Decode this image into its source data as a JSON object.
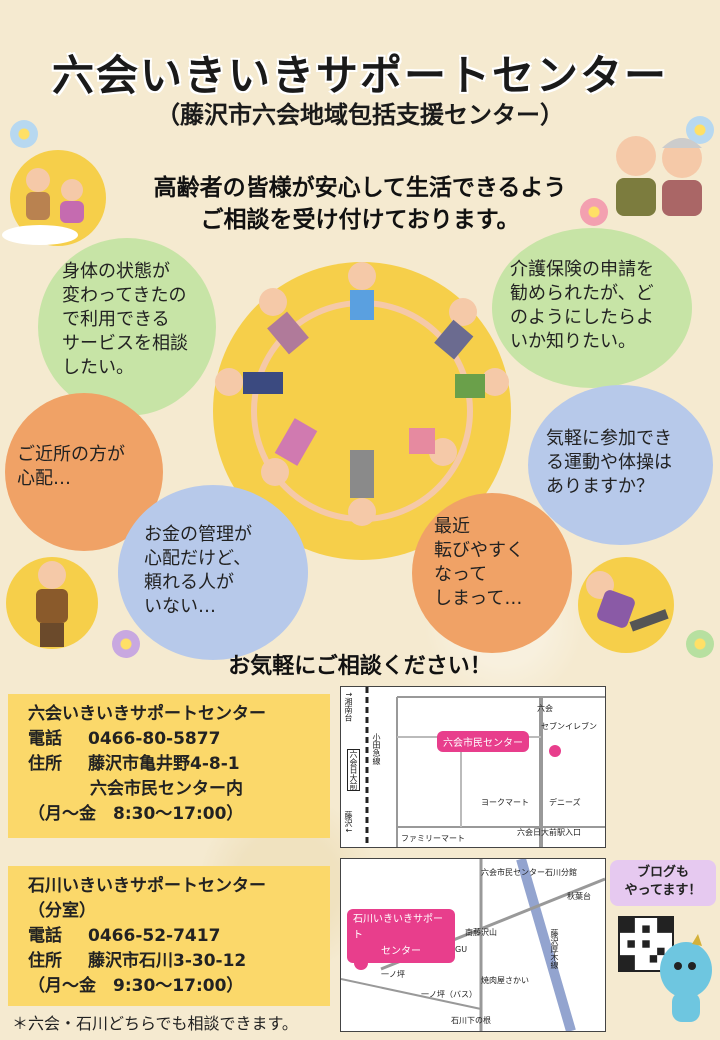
{
  "header": {
    "title": "六会いきいきサポートセンター",
    "subtitle": "（藤沢市六会地域包括支援センター）"
  },
  "lead": {
    "line1": "高齢者の皆様が安心して生活できるよう",
    "line2": "ご相談を受け付けております。"
  },
  "bubbles": {
    "b1": [
      "身体の状態が",
      "変わってきたの",
      "で利用できる",
      "サービスを相談",
      "したい。"
    ],
    "b2": [
      "介護保険の申請を",
      "勧められたが、ど",
      "のようにしたらよ",
      "いか知りたい。"
    ],
    "b3": [
      "ご近所の方が",
      "心配…"
    ],
    "b4": [
      "気軽に参加でき",
      "る運動や体操は",
      "ありますか？"
    ],
    "b5": [
      "お金の管理が",
      "心配だけど、",
      "頼れる人が",
      "いない…"
    ],
    "b6": [
      "最近",
      "転びやすく",
      "なって",
      "しまって…"
    ]
  },
  "callout": "お気軽にご相談ください！",
  "center1": {
    "name": "六会いきいきサポートセンター",
    "phone_label": "電話",
    "phone": "0466-80-5877",
    "addr_label": "住所",
    "addr1": "藤沢市亀井野4-8-1",
    "addr2": "六会市民センター内",
    "hours": "（月～金　8:30～17:00）"
  },
  "center2": {
    "name": "石川いきいきサポートセンター",
    "branch": "（分室）",
    "phone_label": "電話",
    "phone": "0466-52-7417",
    "addr_label": "住所",
    "addr": "藤沢市石川3-30-12",
    "hours": "（月～金　9:30～17:00）"
  },
  "footnote": "＊六会・石川どちらでも相談できます。",
  "map1": {
    "rail_top": "↑湘南台",
    "rail": "小田急線",
    "station": "六会日大前",
    "rail_bottom": "藤沢↓",
    "signal_top": "六会",
    "seven": "セブンイレブン",
    "target": "六会市民センター",
    "yorkmart": "ヨークマート",
    "dennys": "デニーズ",
    "station_entrance": "六会日大前駅入口",
    "familymart": "ファミリーマート"
  },
  "map2": {
    "branch": "六会市民センター石川分館",
    "akiba": "秋葉台",
    "target_line1": "石川いきいきサポート",
    "target_line2": "センター",
    "nanzaki": "南藤沢山",
    "gu": "GU",
    "yakiniku": "焼肉屋さかい",
    "ichinotsubo": "一ノ坪",
    "ichinotsubo_bus": "一ノ坪（バス）",
    "ishikawa": "石川下の根",
    "highway": "藤沢厚木線"
  },
  "blog": {
    "line1": "ブログも",
    "line2": "やってます！"
  },
  "colors": {
    "green_bubble": "#c7e4a6",
    "orange_bubble": "#f0a266",
    "blue_bubble": "#b7c9ea",
    "yellow": "#f6cf4a",
    "info_box": "#fbd86a",
    "pink": "#e83e8c"
  }
}
